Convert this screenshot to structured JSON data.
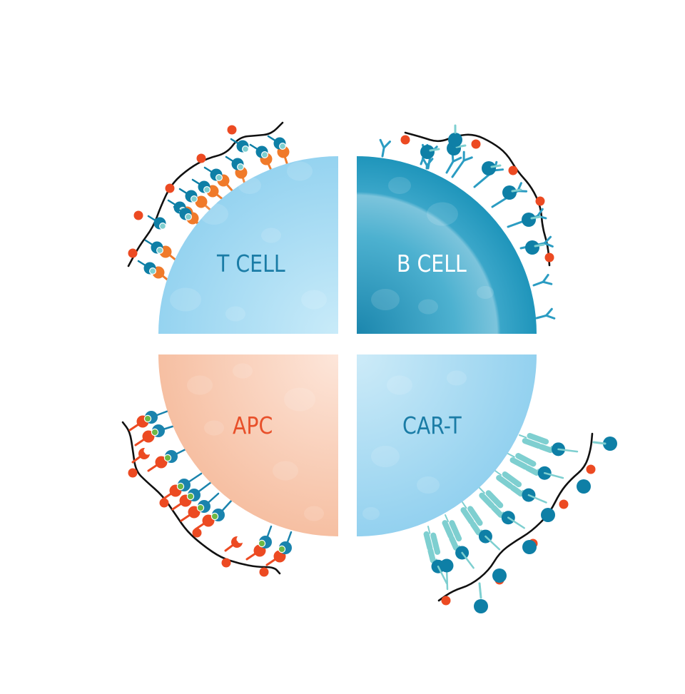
{
  "diagram": {
    "description": "Four immune cell types shown as quarter-circle segments with surface receptors binding antigen strands",
    "quadrants": [
      {
        "id": "t-cell",
        "label": "T CELL",
        "position": "top-left",
        "fill_color": "#a9dcf3",
        "label_color": "#1a7ca6",
        "receptors": "TCR bound to peptide-MHC (teal/orange)"
      },
      {
        "id": "b-cell",
        "label": "B CELL",
        "position": "top-right",
        "fill_color": "#1f95bb",
        "label_color": "#ffffff",
        "receptors": "B cell receptors / antibodies binding antigen"
      },
      {
        "id": "apc",
        "label": "APC",
        "position": "bottom-left",
        "fill_color": "#f8c9b0",
        "label_color": "#e8502a",
        "receptors": "MHC presenting peptides (orange/blue/green)"
      },
      {
        "id": "car-t",
        "label": "CAR-T",
        "position": "bottom-right",
        "fill_color": "#a9dcf3",
        "label_color": "#1a7ca6",
        "receptors": "Chimeric antigen receptors"
      }
    ],
    "colors": {
      "teal_dark": "#0e7fa6",
      "teal_light": "#7ecfd0",
      "orange": "#f07a2a",
      "red_dot": "#ec4a22",
      "green_dot": "#6cb846",
      "strand": "#111111",
      "antibody": "#2b9cc2"
    }
  }
}
